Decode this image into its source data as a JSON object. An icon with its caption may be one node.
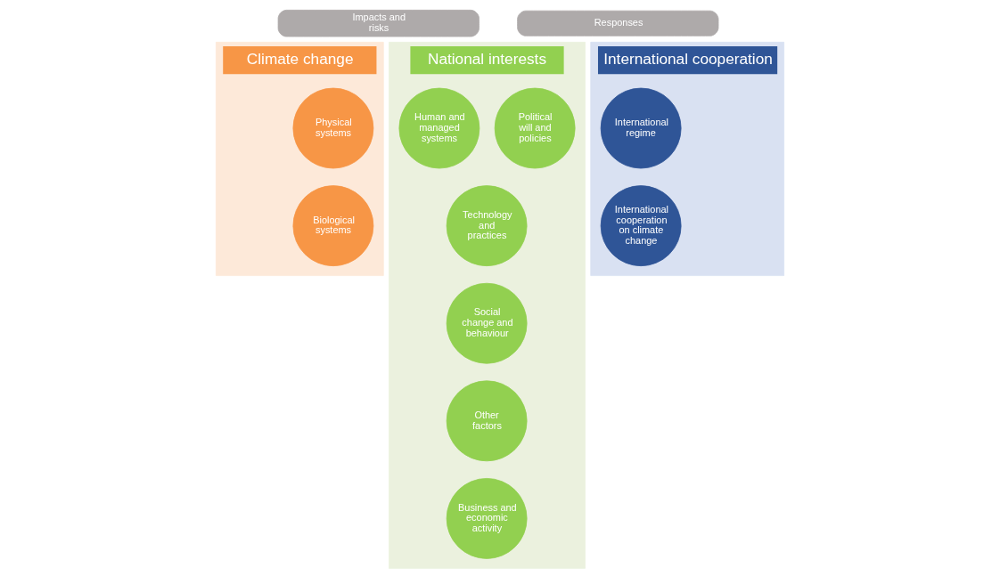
{
  "diagram": {
    "nodes": [
      {
        "text": [
          "Climate change"
        ]
      },
      {
        "text": [
          "National interests"
        ]
      },
      {
        "text": [
          "International cooperation"
        ]
      },
      {
        "text": [
          "Impacts and risks"
        ]
      },
      {
        "text": [
          "Responses"
        ]
      },
      {
        "text": [
          "Physical systems"
        ],
        "in": 0
      },
      {
        "text": [
          "Biological systems"
        ],
        "in": 0
      },
      {
        "text": [
          "Human and managed systems"
        ],
        "in": 1
      },
      {
        "text": [
          "Political will and policies"
        ],
        "in": 1
      },
      {
        "text": [
          "Technology and practices"
        ],
        "in": 1
      },
      {
        "text": [
          "Social change and behaviour"
        ],
        "in": 1
      },
      {
        "text": [
          "Other factors"
        ],
        "in": 1
      },
      {
        "text": [
          "Business and economic activity"
        ],
        "in": 1
      },
      {
        "text": [
          "International regime"
        ],
        "in": 2
      },
      {
        "text": [
          "International cooperation on climate change"
        ],
        "in": 2
      }
    ],
    "edges": []
  }
}
